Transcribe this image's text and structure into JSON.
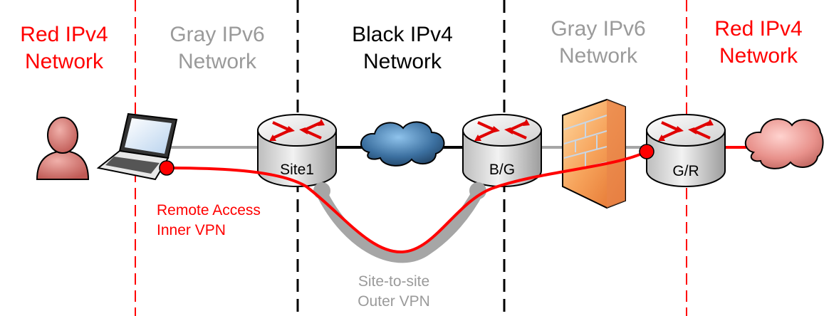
{
  "colors": {
    "red": "#ff0000",
    "gray": "#9a9a9a",
    "black": "#000000"
  },
  "zones": [
    {
      "line1": "Red IPv4",
      "line2": "Network",
      "color": "#ff0000"
    },
    {
      "line1": "Gray IPv6",
      "line2": "Network",
      "color": "#9a9a9a"
    },
    {
      "line1": "Black IPv4",
      "line2": "Network",
      "color": "#000000"
    },
    {
      "line1": "Gray IPv6",
      "line2": "Network",
      "color": "#9a9a9a"
    },
    {
      "line1": "Red IPv4",
      "line2": "Network",
      "color": "#ff0000"
    }
  ],
  "devices": {
    "user": {
      "icon": "user-icon"
    },
    "laptop": {
      "icon": "laptop-icon"
    },
    "router_site1": {
      "icon": "router-icon",
      "label": "Site1"
    },
    "black_cloud": {
      "icon": "cloud-icon"
    },
    "router_bg": {
      "icon": "router-icon",
      "label": "B/G"
    },
    "firewall": {
      "icon": "firewall-icon"
    },
    "router_gr": {
      "icon": "router-icon",
      "label": "G/R"
    },
    "red_cloud": {
      "icon": "cloud-icon"
    }
  },
  "tunnels": {
    "inner": {
      "line1": "Remote Access",
      "line2": "Inner VPN"
    },
    "outer": {
      "line1": "Site-to-site",
      "line2": "Outer VPN"
    }
  }
}
